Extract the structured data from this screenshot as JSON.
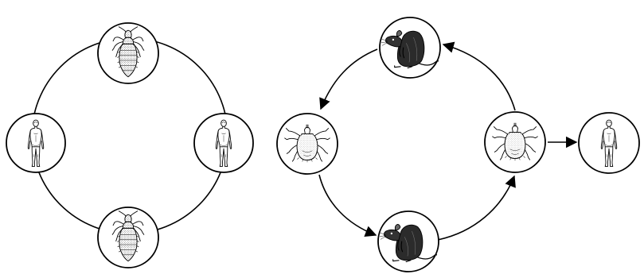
{
  "diagrams": [
    {
      "id": "louse-cycle",
      "nodes": [
        {
          "id": "louse-top",
          "icon": "louse-icon"
        },
        {
          "id": "human-left",
          "icon": "human-icon"
        },
        {
          "id": "human-right",
          "icon": "human-icon"
        },
        {
          "id": "louse-bottom",
          "icon": "louse-icon"
        }
      ],
      "connections": "undirected-cycle"
    },
    {
      "id": "tick-rat-cycle",
      "nodes": [
        {
          "id": "rat-top",
          "icon": "rat-icon"
        },
        {
          "id": "tick-left",
          "icon": "tick-icon"
        },
        {
          "id": "rat-bottom",
          "icon": "rat-icon"
        },
        {
          "id": "tick-right",
          "icon": "tick-icon"
        },
        {
          "id": "human-far-right",
          "icon": "human-icon"
        }
      ],
      "arrows": [
        {
          "from": "rat-top",
          "to": "tick-left"
        },
        {
          "from": "tick-left",
          "to": "rat-bottom"
        },
        {
          "from": "rat-bottom",
          "to": "tick-right"
        },
        {
          "from": "tick-right",
          "to": "rat-top"
        },
        {
          "from": "tick-right",
          "to": "human-far-right"
        }
      ]
    }
  ],
  "colors": {
    "stroke": "#000000",
    "fill": "#ffffff",
    "stipple": "#3a3a3a"
  }
}
